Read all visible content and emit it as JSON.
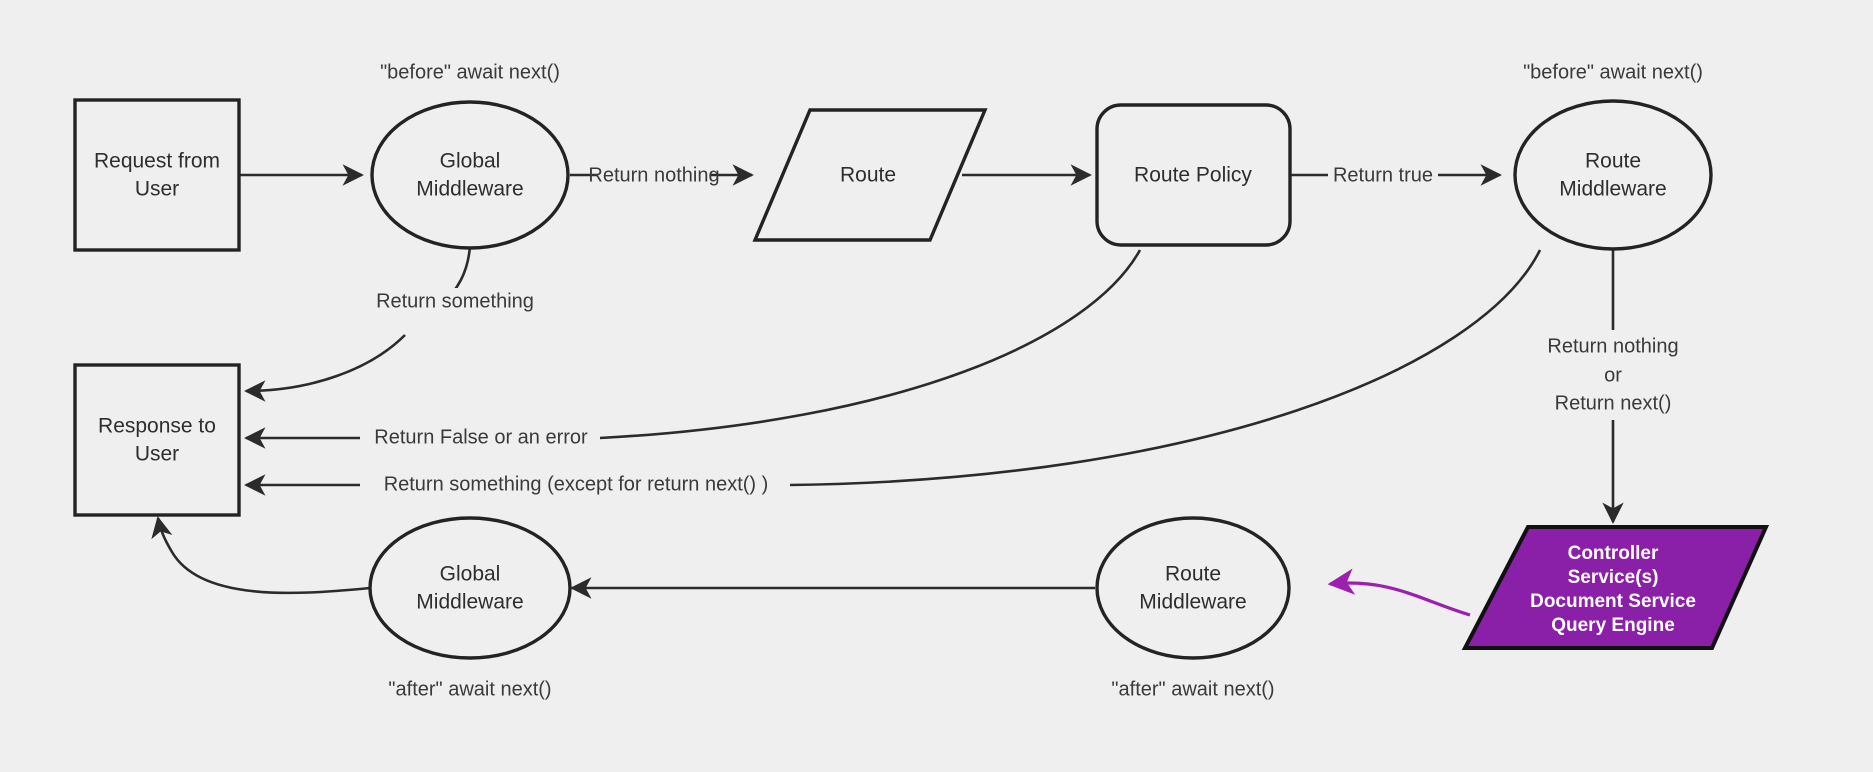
{
  "diagram": {
    "title": "Middleware request lifecycle flowchart",
    "background_color": "#efefef",
    "stroke_color": "#232323",
    "accent_color": "#8a1fa8",
    "nodes": {
      "request": {
        "label_line1": "Request from",
        "label_line2": "User",
        "shape": "rectangle"
      },
      "global_middleware_top": {
        "label_line1": "Global",
        "label_line2": "Middleware",
        "shape": "ellipse"
      },
      "route": {
        "label": "Route",
        "shape": "parallelogram"
      },
      "route_policy": {
        "label": "Route Policy",
        "shape": "rounded-rectangle"
      },
      "route_middleware_top": {
        "label_line1": "Route",
        "label_line2": "Middleware",
        "shape": "ellipse"
      },
      "controller": {
        "label_line1": "Controller",
        "label_line2": "Service(s)",
        "label_line3": "Document Service",
        "label_line4": "Query Engine",
        "shape": "parallelogram",
        "fill": "#8a1fa8"
      },
      "response": {
        "label_line1": "Response to",
        "label_line2": "User",
        "shape": "rectangle"
      },
      "route_middleware_bottom": {
        "label_line1": "Route",
        "label_line2": "Middleware",
        "shape": "ellipse"
      },
      "global_middleware_bottom": {
        "label_line1": "Global",
        "label_line2": "Middleware",
        "shape": "ellipse"
      }
    },
    "annotations": {
      "before_global": "\"before\" await next()",
      "before_route": "\"before\" await next()",
      "after_global": "\"after\" await next()",
      "after_route": "\"after\" await next()"
    },
    "edge_labels": {
      "return_nothing": "Return nothing",
      "return_true": "Return true",
      "return_something": "Return something",
      "return_false_or_error": "Return False or an error",
      "return_something_except": "Return something (except for return next() )",
      "return_nothing_or_next_line1": "Return nothing",
      "return_nothing_or_next_line2": "or",
      "return_nothing_or_next_line3": "Return next()"
    }
  }
}
